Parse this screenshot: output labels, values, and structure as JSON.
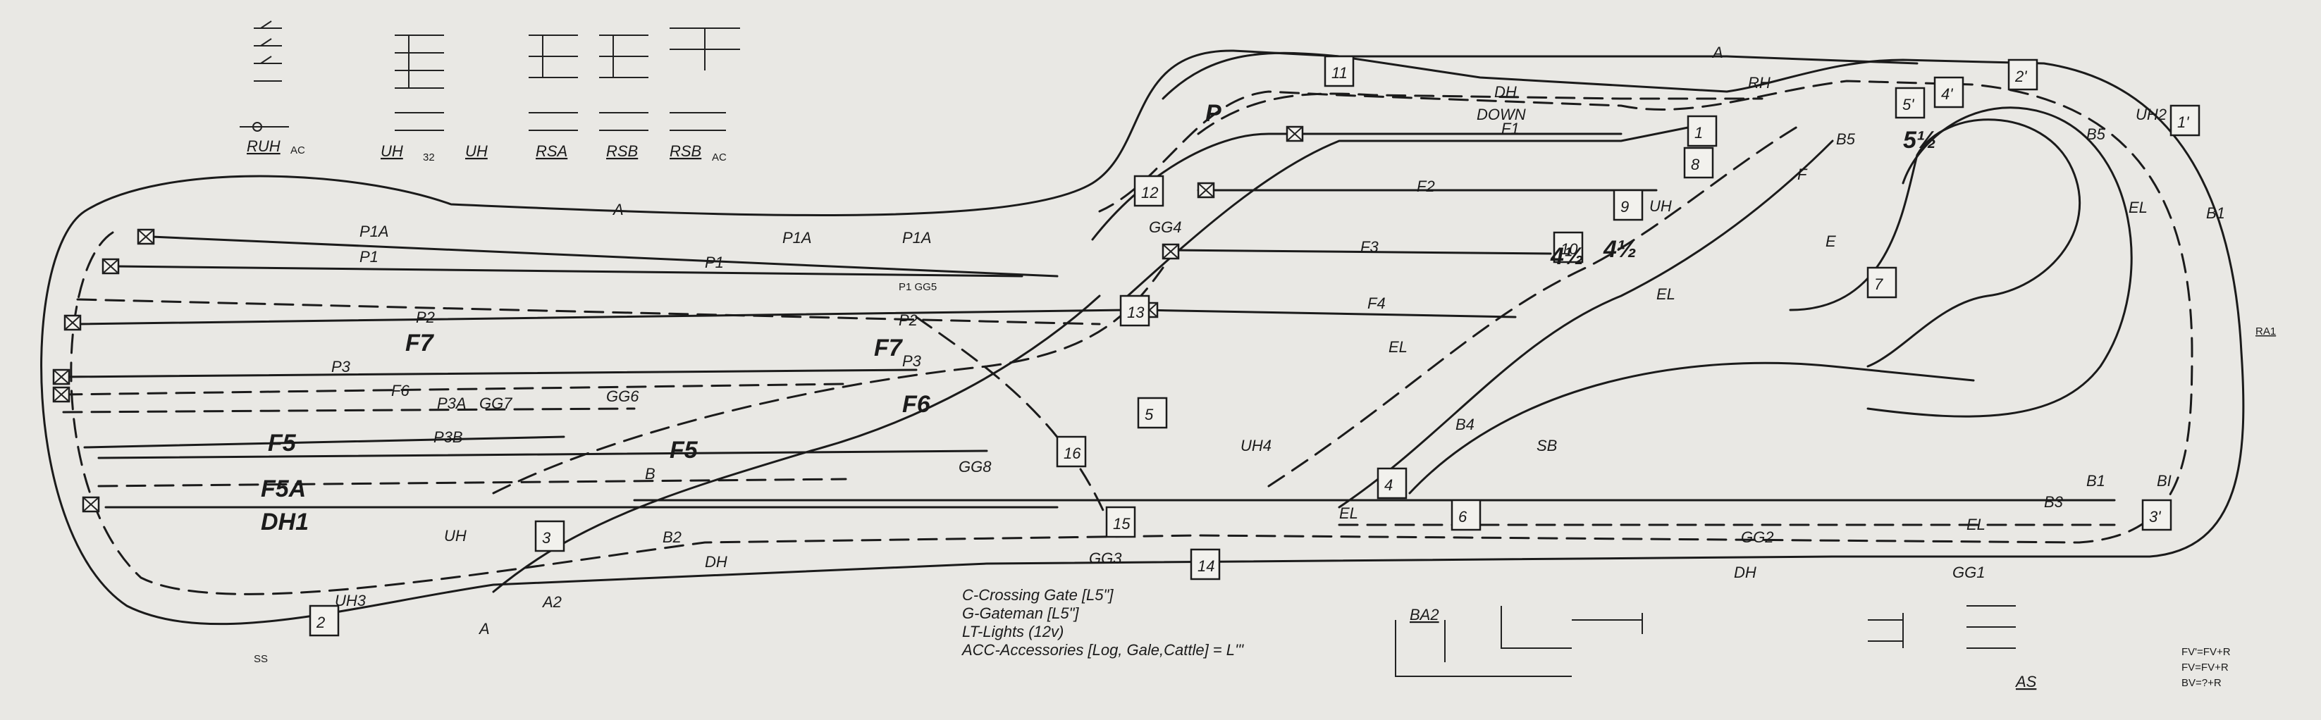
{
  "left_labels": [
    {
      "text": "P1A",
      "id": "p1a"
    },
    {
      "text": "P1",
      "id": "p1"
    },
    {
      "text": "P2",
      "id": "p2"
    },
    {
      "text": "F7",
      "id": "f7"
    },
    {
      "text": "P3",
      "id": "p3"
    },
    {
      "text": "F6",
      "id": "f6"
    },
    {
      "text": "P3A",
      "id": "p3a"
    },
    {
      "text": "P3B",
      "id": "p3b"
    },
    {
      "text": "F5",
      "id": "f5"
    },
    {
      "text": "F5A",
      "id": "f5a"
    },
    {
      "text": "DH1",
      "id": "dh1"
    }
  ],
  "mid_labels": {
    "p1a_mid": "P1A",
    "p1a_right": "P1A",
    "p1_mid": "P1",
    "p1_gg5": "P1 GG5",
    "gg7": "GG7",
    "gg6": "GG6",
    "gg8": "GG8",
    "gg3": "GG3",
    "gg2": "GG2",
    "gg1": "GG1",
    "gg4": "GG4",
    "p2_mid": "P2",
    "f7_mid": "F7",
    "p3_mid": "P3",
    "f6_mid": "F6",
    "f5_mid": "F5",
    "b_mid": "B",
    "b2": "B2",
    "dh_low": "DH",
    "dh_right": "DH",
    "dh_top": "DH",
    "a_top": "A",
    "a_mid": "A",
    "a_low": "A",
    "a2": "A2",
    "uh": "UH",
    "uh_mid": "UH",
    "p_top": "P",
    "el_1": "EL",
    "el_2": "EL",
    "el_3": "EL",
    "el_4": "EL",
    "el_5": "EL",
    "f_top": "F",
    "f1": "F1",
    "f2": "F2",
    "f3": "F3",
    "f4": "F4",
    "e_lbl": "E",
    "b5": "B5",
    "b5b": "B5",
    "b1": "B1",
    "b1b": "B1",
    "b3": "B3",
    "b4": "B4",
    "bi": "BI",
    "sb": "SB",
    "rh": "RH",
    "down": "DOWN",
    "half_a": "4½",
    "half_b": "4½",
    "five_half": "5½",
    "uh2": "UH2",
    "uh3": "UH3",
    "uh4": "UH4",
    "ss": "SS",
    "ba2": "BA2",
    "as": "AS",
    "ra1": "RA1"
  },
  "block_numbers": [
    "1",
    "2",
    "3",
    "4",
    "5",
    "6",
    "7",
    "8",
    "9",
    "10",
    "11",
    "12",
    "13",
    "14",
    "15",
    "16",
    "1'",
    "2'",
    "3'",
    "4'",
    "5'"
  ],
  "schematics": [
    {
      "id": "ruh",
      "label": "RUH",
      "sub": "AC"
    },
    {
      "id": "uh32",
      "label": "UH",
      "sub": "32"
    },
    {
      "id": "rsa",
      "label": "RSA",
      "sub": ""
    },
    {
      "id": "rsb",
      "label": "RSB",
      "sub": ""
    },
    {
      "id": "rsb_ac",
      "label": "RSB",
      "sub": "AC"
    }
  ],
  "legend": {
    "line1": "C-Crossing Gate [L5\"]",
    "line2": "G-Gateman [L5\"]",
    "line3": "LT-Lights (12v)",
    "line4": "ACC-Accessories [Log, Gale,Cattle] = L'\""
  },
  "key_right": {
    "line1": "FV'=FV+R",
    "line2": "FV=FV+R",
    "line3": "BV=?+R"
  },
  "colors": {
    "ink": "#1b1b1b",
    "paper": "#e9e8e4"
  }
}
